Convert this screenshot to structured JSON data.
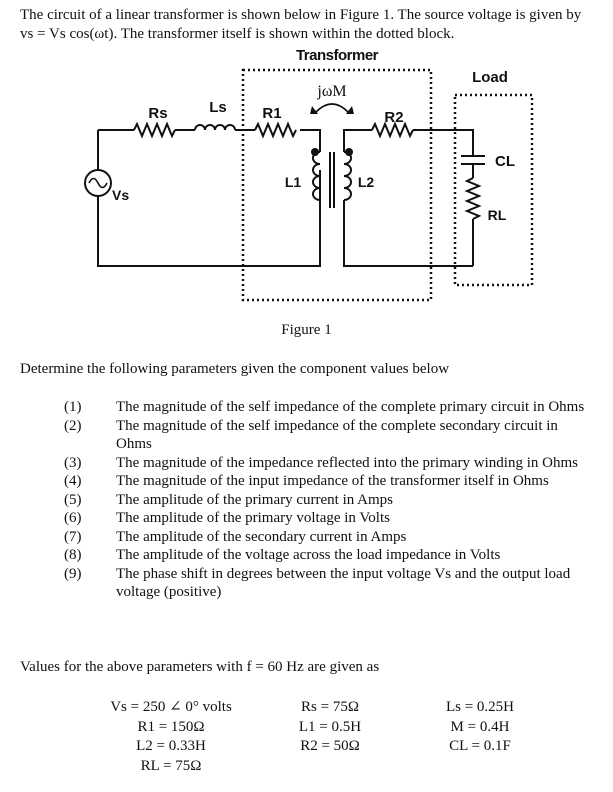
{
  "intro": "The circuit of a linear transformer is shown below in Figure 1. The source voltage is given by vs = Vs cos(ωt). The transformer itself is shown within the dotted block.",
  "figure": {
    "transformer_label": "Transformer",
    "load_label": "Load",
    "mutual_label": "jωM",
    "rs_label": "Rs",
    "ls_label": "Ls",
    "r1_label": "R1",
    "r2_label": "R2",
    "l1_label": "L1",
    "l2_label": "L2",
    "cl_label": "CL",
    "rl_label": "RL",
    "vs_label": "Vs",
    "caption": "Figure 1"
  },
  "prompt": "Determine the following parameters given the component values below",
  "items": [
    {
      "num": "(1)",
      "text": "The magnitude of the self impedance of the complete primary circuit in Ohms"
    },
    {
      "num": "(2)",
      "text": "The magnitude of the self impedance of the complete secondary circuit in Ohms"
    },
    {
      "num": "(3)",
      "text": "The magnitude of the impedance reflected into the primary winding in Ohms"
    },
    {
      "num": "(4)",
      "text": "The magnitude of the input impedance of the transformer itself in Ohms"
    },
    {
      "num": "(5)",
      "text": "The amplitude of the primary current in Amps"
    },
    {
      "num": "(6)",
      "text": "The amplitude of the primary voltage in Volts"
    },
    {
      "num": "(7)",
      "text": "The amplitude of the secondary current in Amps"
    },
    {
      "num": "(8)",
      "text": "The amplitude of the voltage across the load impedance in Volts"
    },
    {
      "num": "(9)",
      "text": "The phase shift in degrees between the input voltage Vs and the output load voltage (positive)"
    }
  ],
  "values_intro": "Values for the above parameters with f = 60 Hz are given as",
  "values": {
    "col1": [
      "Vs = 250 ∠ 0° volts",
      "R1 = 150Ω",
      "L2 = 0.33H",
      "RL = 75Ω"
    ],
    "col2": [
      "Rs = 75Ω",
      "L1 = 0.5H",
      "R2 = 50Ω"
    ],
    "col3": [
      "Ls = 0.25H",
      "M = 0.4H",
      "CL = 0.1F"
    ]
  }
}
